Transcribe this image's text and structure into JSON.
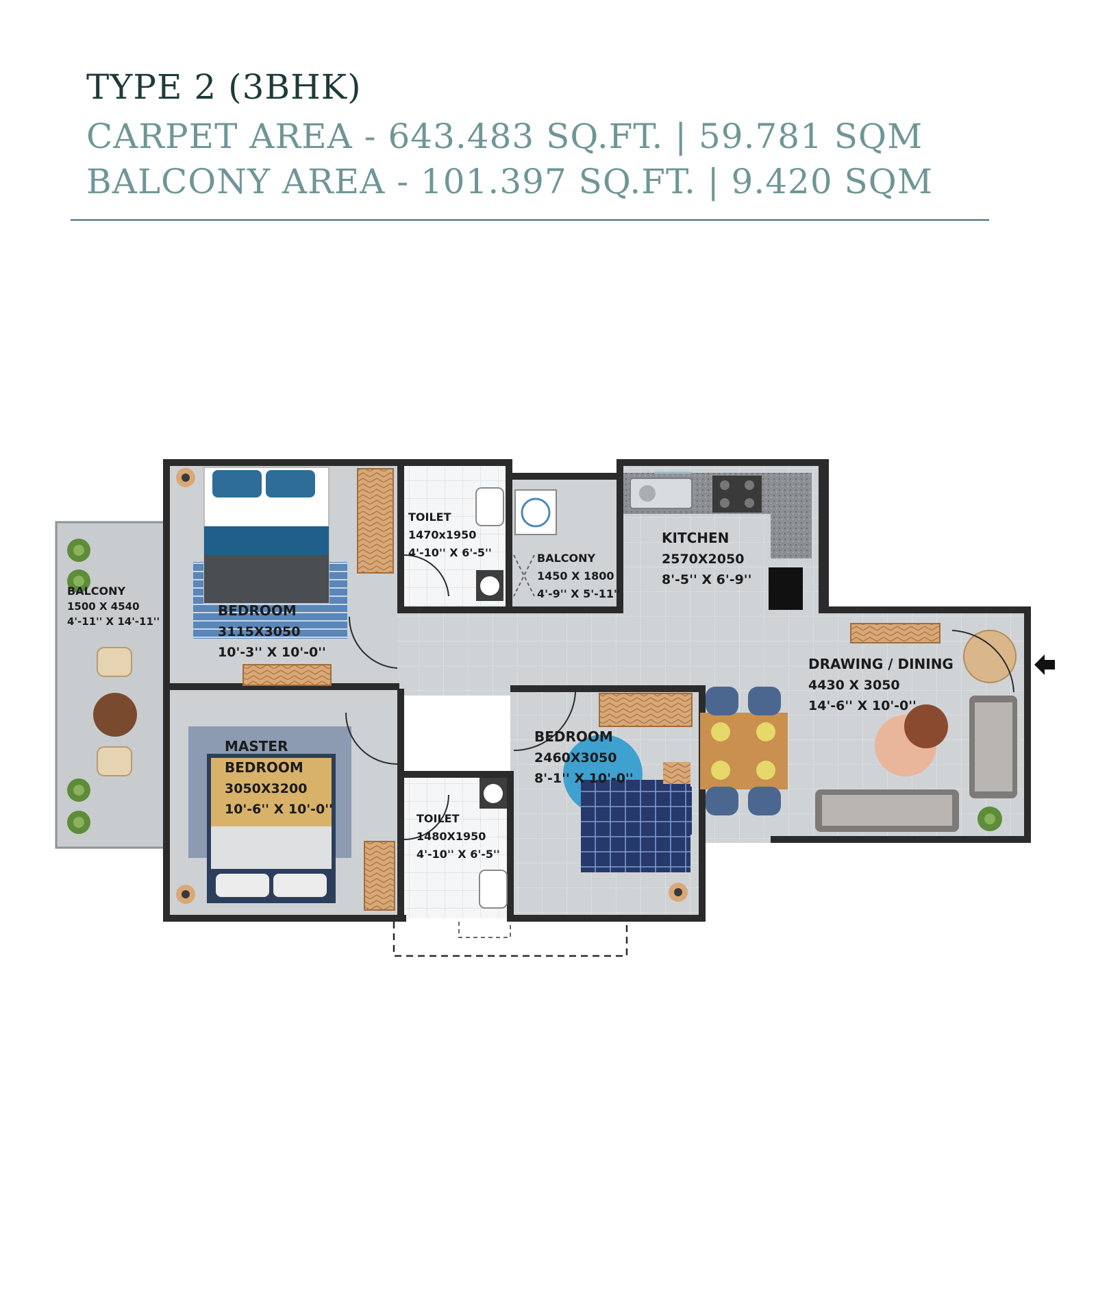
{
  "header": {
    "title": "TYPE 2 (3BHK)",
    "carpet_area": "CARPET AREA - 643.483 SQ.FT. | 59.781 SQM",
    "balcony_area": "BALCONY AREA - 101.397 SQ.FT. | 9.420 SQM"
  },
  "colors": {
    "title": "#1f3a3a",
    "subtitle": "#6f9696",
    "rule": "#3b6f72",
    "wall": "#2b2b2b",
    "floor": "#cfd3d6",
    "wood": "#d9a877",
    "bedding_blue": "#1f5f8a"
  },
  "rooms": {
    "balcony_left": {
      "name": "BALCONY",
      "dim_mm": "1500 X 4540",
      "dim_ft": "4'-11'' X 14'-11''"
    },
    "bedroom_1": {
      "name": "BEDROOM",
      "dim_mm": "3115X3050",
      "dim_ft": "10'-3'' X 10'-0''"
    },
    "master_bedroom": {
      "name_line1": "MASTER",
      "name_line2": "BEDROOM",
      "dim_mm": "3050X3200",
      "dim_ft": "10'-6'' X 10'-0''"
    },
    "toilet_1": {
      "name": "TOILET",
      "dim_mm": "1470x1950",
      "dim_ft": "4'-10'' X 6'-5''"
    },
    "balcony_utility": {
      "name": "BALCONY",
      "dim_mm": "1450 X 1800",
      "dim_ft": "4'-9'' X 5'-11''"
    },
    "kitchen": {
      "name": "KITCHEN",
      "dim_mm": "2570X2050",
      "dim_ft": "8'-5'' X 6'-9''"
    },
    "drawing_dining": {
      "name": "DRAWING / DINING",
      "dim_mm": "4430 X 3050",
      "dim_ft": "14'-6'' X 10'-0''"
    },
    "bedroom_2": {
      "name": "BEDROOM",
      "dim_mm": "2460X3050",
      "dim_ft": "8'-1'' X 10'-0''"
    },
    "toilet_2": {
      "name": "TOILET",
      "dim_mm": "1480X1950",
      "dim_ft": "4'-10'' X 6'-5''"
    }
  },
  "icons": [
    "entry-arrow-icon",
    "plant-icon",
    "sink-icon",
    "stove-icon",
    "washing-machine-icon",
    "bed-icon",
    "sofa-icon",
    "dining-table-icon"
  ]
}
